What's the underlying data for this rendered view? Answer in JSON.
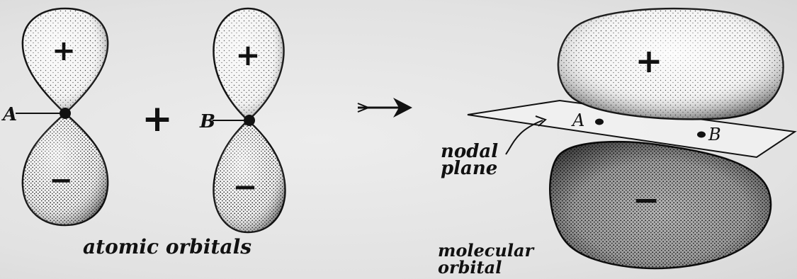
{
  "atomic": {
    "point_a": "A",
    "point_b": "B",
    "plus_operator": "+",
    "caption": "atomic orbitals",
    "orbital_a": {
      "top_sign": "+",
      "bottom_sign": "−"
    },
    "orbital_b": {
      "top_sign": "+",
      "bottom_sign": "−"
    }
  },
  "molecular": {
    "top_sign": "+",
    "bottom_sign": "−",
    "point_a": "A",
    "point_b": "B",
    "nodal_label_line1": "nodal",
    "nodal_label_line2": "plane",
    "caption_line1": "molecular",
    "caption_line2": "orbital"
  },
  "colors": {
    "ink": "#111111",
    "paper": "#e6e6e6"
  }
}
